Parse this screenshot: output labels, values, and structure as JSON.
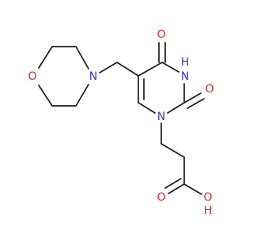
{
  "colors": {
    "bond": "#1a1a1a",
    "oxygen": "#e8262a",
    "nitrogen": "#3a37e0",
    "background": "#ffffff"
  },
  "atoms": {
    "morpholine_oxygen": "O",
    "morpholine_nitrogen": "N",
    "ring_n1": "N",
    "ring_n3_h": "H",
    "ring_n3": "N",
    "c4_oxygen": "O",
    "c2_oxygen": "O",
    "acid_oxygen": "O",
    "acid_hydroxyl_o": "O",
    "acid_hydroxyl_h": "H"
  }
}
